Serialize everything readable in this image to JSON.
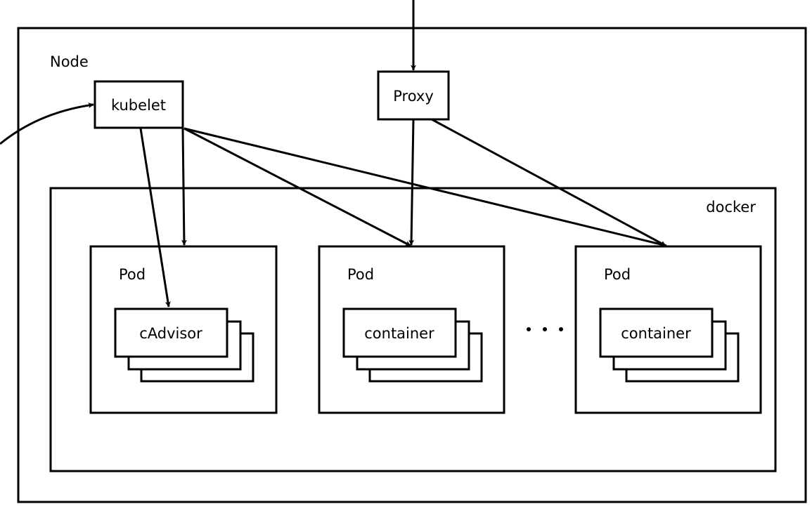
{
  "node": {
    "label": "Node"
  },
  "kubelet": {
    "label": "kubelet"
  },
  "proxy": {
    "label": "Proxy"
  },
  "docker": {
    "label": "docker"
  },
  "pods": [
    {
      "label": "Pod",
      "inner_label": "cAdvisor"
    },
    {
      "label": "Pod",
      "inner_label": "container"
    },
    {
      "label": "Pod",
      "inner_label": "container"
    }
  ],
  "colors": {
    "stroke": "#000000",
    "fill": "#ffffff"
  }
}
